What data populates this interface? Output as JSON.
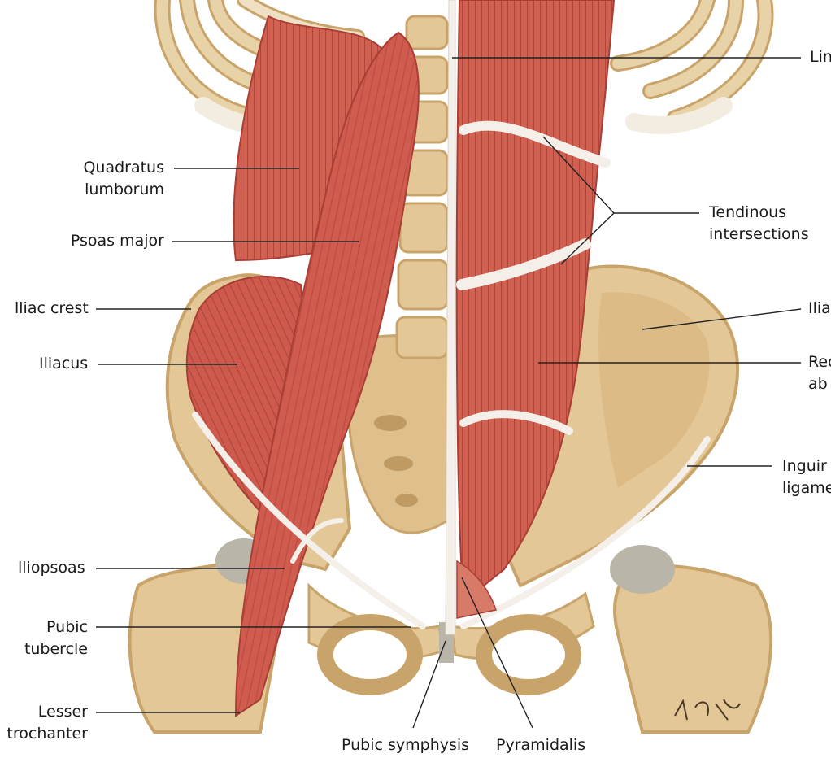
{
  "labels": {
    "linea_alba": [
      "Lin"
    ],
    "quadratus_lumborum": [
      "Quadratus",
      "lumborum"
    ],
    "psoas_major": [
      "Psoas major"
    ],
    "tendinous_intersections": [
      "Tendinous",
      "intersections"
    ],
    "iliac_crest": [
      "lliac crest"
    ],
    "iliac_fossa": [
      "Ilia"
    ],
    "iliacus": [
      "Iliacus"
    ],
    "rectus_abdominis": [
      "Rec",
      "ab"
    ],
    "inguinal_ligament": [
      "Inguir",
      "ligame"
    ],
    "iliopsoas": [
      "lliopsoas"
    ],
    "pubic_tubercle": [
      "Pubic",
      "tubercle"
    ],
    "lesser_trochanter": [
      "Lesser",
      "trochanter"
    ],
    "pubic_symphysis": [
      "Pubic symphysis"
    ],
    "pyramidalis": [
      "Pyramidalis"
    ]
  },
  "colors": {
    "muscle": "#cf5c4f",
    "muscle_dark": "#a83e35",
    "bone": "#e4c796",
    "bone_shadow": "#c9a46a",
    "tendon": "#f4efe8",
    "cartilage": "#b9b5a8",
    "leader_line": "#222222"
  }
}
